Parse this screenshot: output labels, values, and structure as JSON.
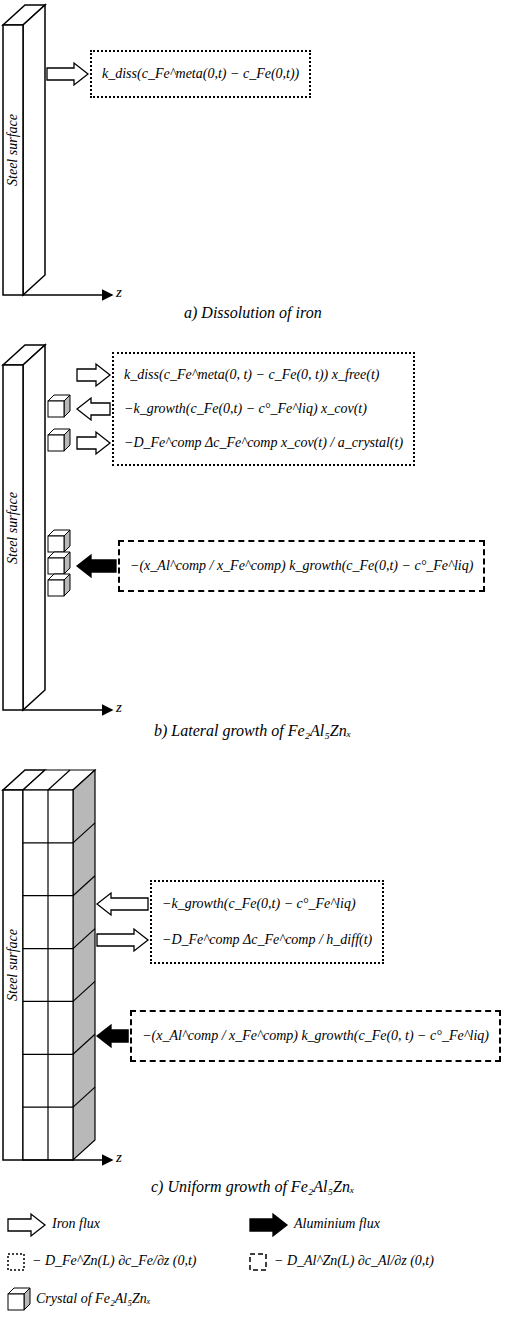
{
  "diagram": {
    "nodes": [
      {
        "text": [
          "Steel surface"
        ]
      },
      {
        "text": [
          "k_diss(c_Fe^meta(0,t) − c_Fe(0,t))"
        ]
      },
      {
        "text": [
          "Steel surface"
        ]
      },
      {
        "text": [
          "k_diss(c_Fe^meta(0, t) − c_Fe(0, t)) x_free(t)",
          "−k_growth(c_Fe(0,t) − c°_Fe^liq) x_cov(t)",
          "−D_Fe^comp Δc_Fe^comp x_cov(t) / a_crystal(t)"
        ]
      },
      {
        "text": [
          "−(x_Al^comp / x_Fe^comp) k_growth(c_Fe(0,t) − c°_Fe^liq)"
        ]
      },
      {
        "text": [
          "Steel surface"
        ]
      },
      {
        "text": [
          "−k_growth(c_Fe(0,t) − c°_Fe^liq)",
          "−D_Fe^comp Δc_Fe^comp / h_diff(t)"
        ]
      },
      {
        "text": [
          "−(x_Al^comp / x_Fe^comp) k_growth(c_Fe(0, t) − c°_Fe^liq)"
        ]
      }
    ],
    "edges": [
      {
        "from": 0,
        "to": 1,
        "arrow": "to"
      },
      {
        "from": 2,
        "to": 3,
        "arrow": "to"
      },
      {
        "from": 3,
        "to": 2,
        "arrow": "to"
      },
      {
        "from": 2,
        "to": 3,
        "arrow": "to"
      },
      {
        "from": 4,
        "to": 2,
        "arrow": "to"
      },
      {
        "from": 6,
        "to": 5,
        "arrow": "to"
      },
      {
        "from": 5,
        "to": 6,
        "arrow": "to"
      },
      {
        "from": 7,
        "to": 5,
        "arrow": "to"
      }
    ],
    "labels": [
      "z",
      "a) Dissolution of iron",
      "z",
      "b) Lateral growth of Fe₂Al₅Znₓ",
      "z",
      "c) Uniform growth of Fe₂Al₅Znₓ"
    ],
    "legend": [
      {
        "text": "Iron flux"
      },
      {
        "text": "Aluminium flux"
      },
      {
        "text": "− D_Fe^Zn(L) ∂c_Fe/∂z (0,t)"
      },
      {
        "text": "− D_Al^Zn(L) ∂c_Al/∂z (0,t)"
      },
      {
        "text": "Crystal of Fe₂Al₅Znₓ"
      }
    ]
  }
}
